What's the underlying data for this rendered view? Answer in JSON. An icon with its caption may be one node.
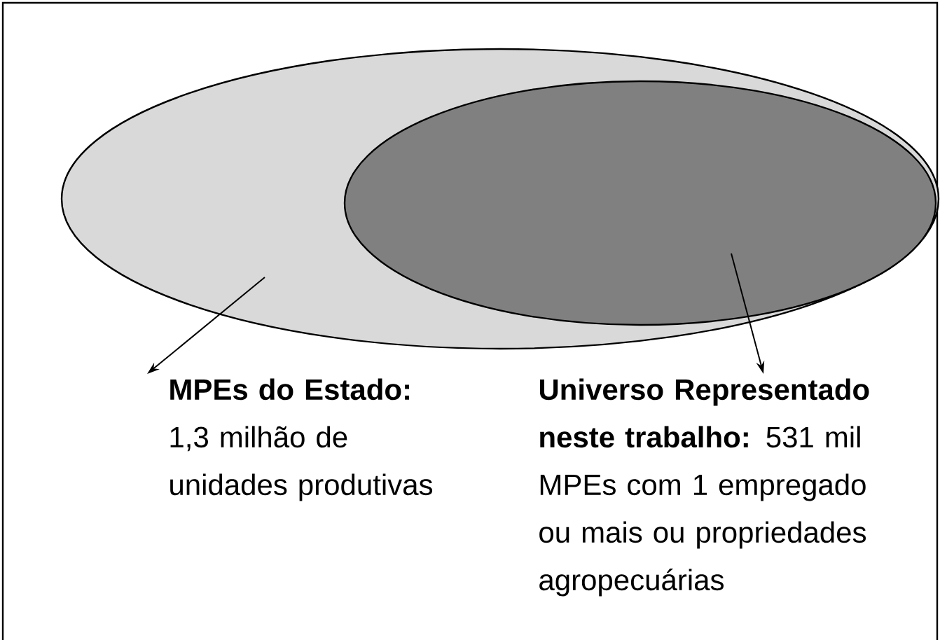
{
  "diagram": {
    "nodes": [
      {
        "text": [],
        "shape": "ellipse"
      },
      {
        "text": [],
        "shape": "ellipse",
        "in": 0
      },
      {
        "text": [
          "**MPEs do Estado:** 1,3 milhão de unidades produtivas"
        ]
      },
      {
        "text": [
          "**Universo Representado neste trabalho:** 531 mil MPEs com 1 empregado ou mais ou propriedades agropecuárias"
        ]
      }
    ],
    "edges": [
      {
        "from": 0,
        "to": 2,
        "arrow": "to"
      },
      {
        "from": 1,
        "to": 3,
        "arrow": "to"
      }
    ]
  }
}
